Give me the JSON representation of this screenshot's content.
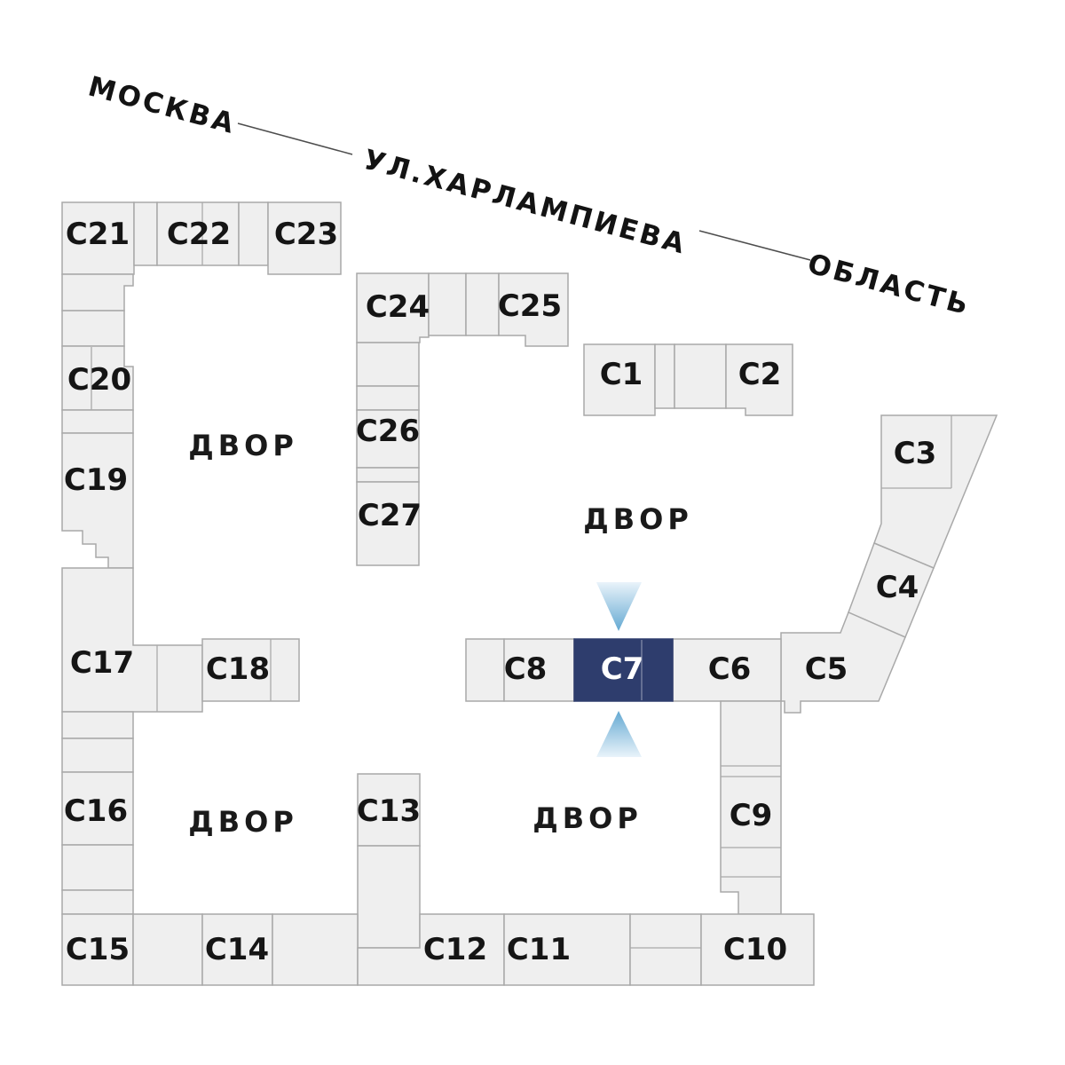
{
  "street": {
    "city_label": "МОСКВА",
    "street_name": "УЛ.ХАРЛАМПИЕВА",
    "region_label": "ОБЛАСТЬ"
  },
  "courtyards": {
    "top_left": "ДВОР",
    "center": "ДВОР",
    "bottom_left": "ДВОР",
    "bottom_center": "ДВОР"
  },
  "selected_building": "С7",
  "labels": {
    "b1": "С1",
    "b2": "С2",
    "b3": "С3",
    "b4": "С4",
    "b5": "С5",
    "b6": "С6",
    "b7": "С7",
    "b8": "С8",
    "b9": "С9",
    "b10": "С10",
    "b11": "С11",
    "b12": "С12",
    "b13": "С13",
    "b14": "С14",
    "b15": "С15",
    "b16": "С16",
    "b17": "С17",
    "b18": "С18",
    "b19": "С19",
    "b20": "С20",
    "b21": "С21",
    "b22": "С22",
    "b23": "С23",
    "b24": "С24",
    "b25": "С25",
    "b26": "С26",
    "b27": "С27"
  },
  "colors": {
    "building_fill": "#efefef",
    "building_stroke": "#a9a9a9",
    "highlight_fill": "#2e3d6d",
    "highlight_label": "#ffffff",
    "label_color": "#151515",
    "arrow_tip": "#64a9d2",
    "arrow_base": "#e9f3fa"
  }
}
